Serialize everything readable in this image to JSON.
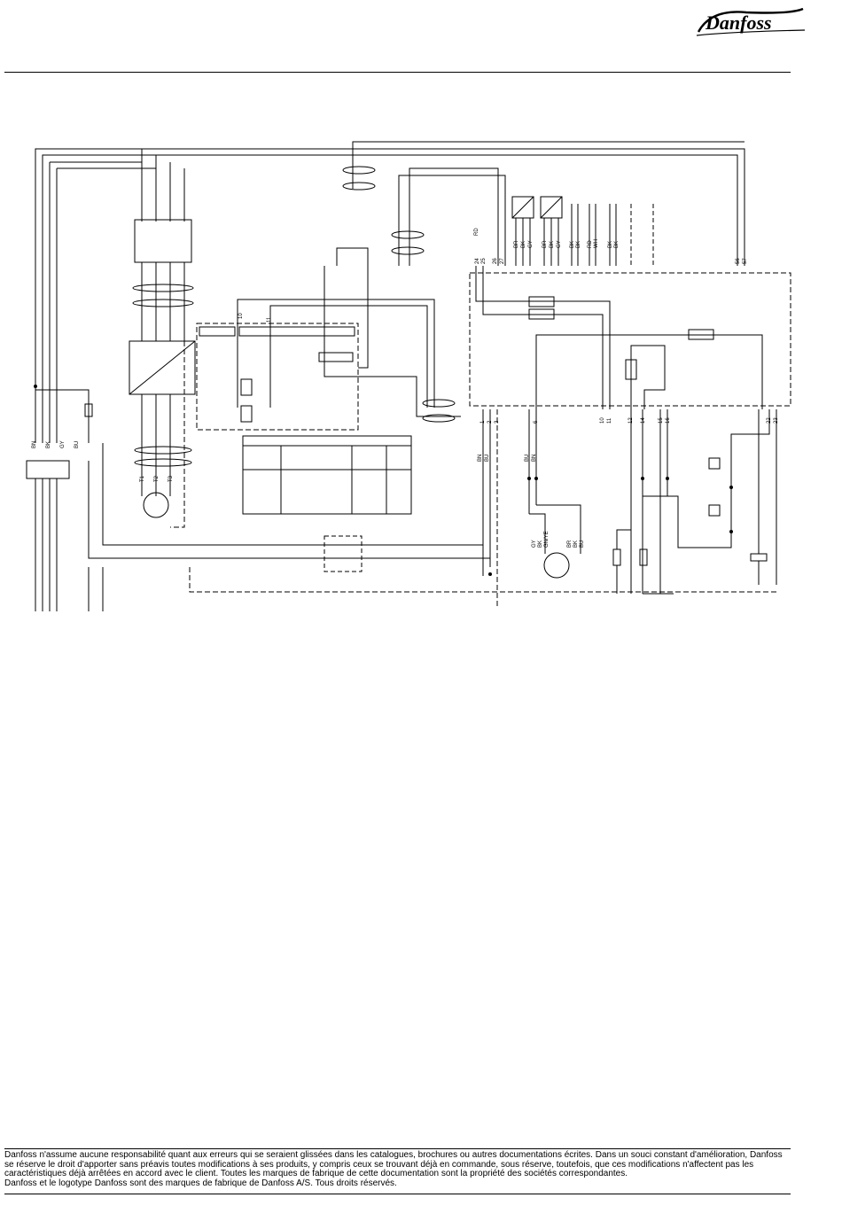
{
  "brand": {
    "logo_text": "Danfoss"
  },
  "diagram": {
    "wire_colors": {
      "mains_left": [
        "BN",
        "BK",
        "GY",
        "BU"
      ],
      "ctrl_top_left": [
        "RD"
      ],
      "ctrl_top_sensor_a": [
        "BR",
        "BK",
        "GY"
      ],
      "ctrl_top_sensor_b": [
        "BR",
        "BK",
        "GY"
      ],
      "ctrl_top_right": [
        "BK",
        "BK",
        "RD",
        "WH",
        "BK",
        "BK"
      ],
      "ctrl_bottom_left": [
        "BN",
        "BU"
      ],
      "ctrl_bottom_mid": [
        "BU",
        "BN"
      ],
      "fan_motor": [
        "GY",
        "BK",
        "GN/YE",
        "BR",
        "BK",
        "BU"
      ]
    },
    "terminal_labels": {
      "top_left": [
        "24",
        "25",
        "26",
        "27"
      ],
      "top_right": [
        "56",
        "57"
      ],
      "bottom": [
        "1",
        "2",
        "3",
        "6",
        "10",
        "11",
        "12",
        "14",
        "15",
        "16",
        "22",
        "23"
      ],
      "strip": [
        "10",
        "11"
      ]
    },
    "motor_labels": [
      "T1",
      "T2",
      "T3"
    ]
  },
  "footer": {
    "lines": [
      "Danfoss n'assume aucune responsabilité quant aux erreurs qui se seraient glissées dans les catalogues, brochures ou autres documentations écrites. Dans un souci constant d'amélioration, Danfoss se réserve le droit d'apporter sans préavis toutes modifications à ses produits, y compris ceux se trouvant déjà en commande, sous réserve, toutefois, que ces modifications n'affectent pas les caractéristiques déjà arrêtées en accord avec le client. Toutes les marques de fabrique de cette documentation sont la propriété des sociétés correspondantes.",
      "Danfoss et le logotype Danfoss sont des marques de fabrique de Danfoss A/S. Tous droits réservés."
    ]
  }
}
